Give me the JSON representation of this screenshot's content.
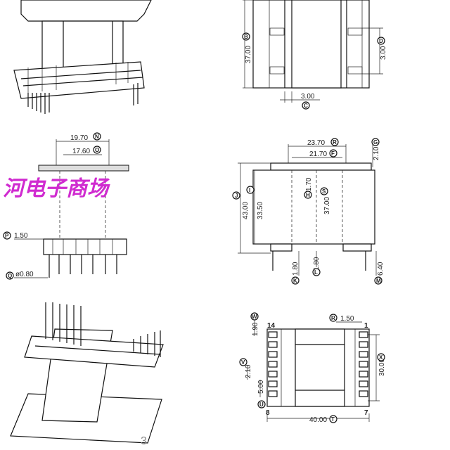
{
  "dims": {
    "b_height": "37.00",
    "d_pin": "3.00",
    "c_pitch": "3.00",
    "n_width": "19.70",
    "o_width": "17.60",
    "p_flange": "1.50",
    "q_pin": "ø0.80",
    "r_width": "23.70",
    "f_width": "21.70",
    "g_top": "2.10",
    "j_total": "43.00",
    "i_height": "33.50",
    "h_gap": "1.70",
    "s_height": "37.00",
    "k_foot": "1.80",
    "l_foot": "1.80",
    "m_pin": "6.40",
    "w_top": "1.90",
    "r2_pin": "1.50",
    "x_span": "30.00",
    "v_pitch": "2.10",
    "u_pitch": "5.00",
    "t_length": "40.00"
  },
  "callouts": {
    "b": "B",
    "d": "D",
    "c": "C",
    "n": "N",
    "o": "O",
    "p": "P",
    "q": "Q",
    "r": "R",
    "f": "F",
    "g": "G",
    "j": "J",
    "i": "I",
    "h": "H",
    "s": "S",
    "k": "K",
    "l": "L",
    "m": "M",
    "w": "W",
    "r2": "R",
    "x": "X",
    "v": "V",
    "u": "U",
    "t": "T"
  },
  "pins": {
    "p14": "14",
    "p1": "1",
    "p8": "8",
    "p7": "7"
  },
  "watermark": "河电子商场",
  "page_number": "3"
}
